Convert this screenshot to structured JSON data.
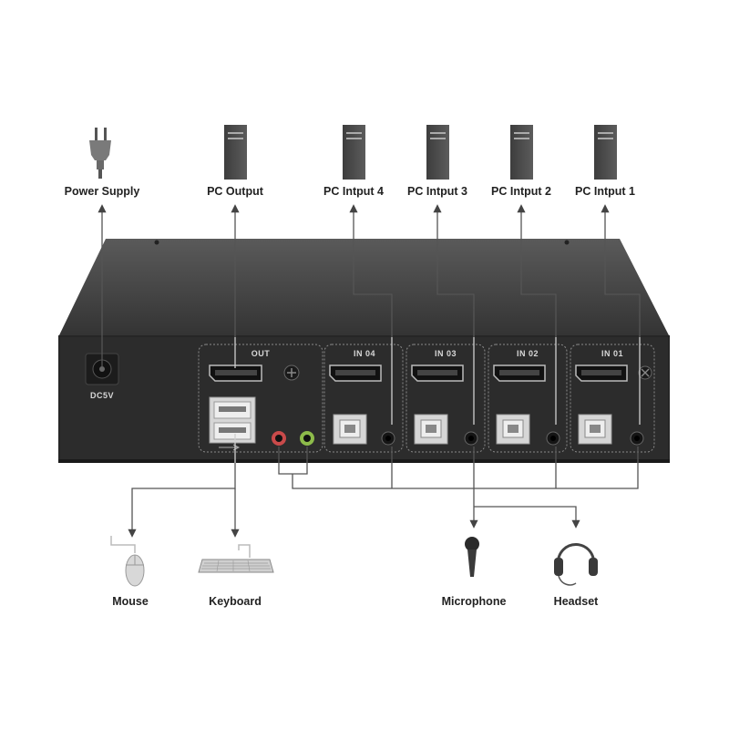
{
  "labels": {
    "power_supply": "Power Supply",
    "pc_output": "PC Output",
    "pc_input_4": "PC Intput 4",
    "pc_input_3": "PC Intput 3",
    "pc_input_2": "PC Intput 2",
    "pc_input_1": "PC Intput 1",
    "mouse": "Mouse",
    "keyboard": "Keyboard",
    "microphone": "Microphone",
    "headset": "Headset"
  },
  "panel": {
    "dc_label": "DC5V",
    "out_label": "OUT",
    "in04_label": "IN 04",
    "in03_label": "IN 03",
    "in02_label": "IN 02",
    "in01_label": "IN 01"
  },
  "colors": {
    "device_body": "#2f2f2f",
    "front_panel": "#282828",
    "wire": "#555555",
    "mic_jack": "#c94a4a",
    "audio_jack": "#8dbb4a"
  },
  "icons": [
    "power-plug-icon",
    "pc-tower-icon",
    "mouse-icon",
    "keyboard-icon",
    "microphone-icon",
    "headset-icon",
    "usb-icon",
    "audio-icon",
    "mic-icon"
  ]
}
